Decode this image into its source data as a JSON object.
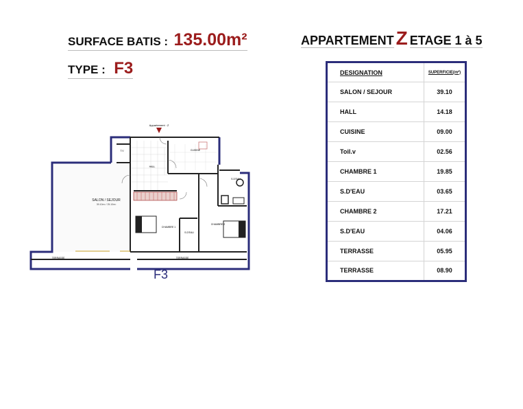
{
  "header": {
    "surface_label": "SURFACE BATIS :",
    "surface_value": "135.00m²",
    "type_label": "TYPE :",
    "type_value": "F3",
    "appt_prefix": "APPARTEMENT",
    "appt_letter": "Z",
    "appt_suffix": "ETAGE 1 à 5"
  },
  "table": {
    "col_designation": "DESIGNATION",
    "col_superficie": "SUPERFICIE(m²)",
    "rows": [
      {
        "name": "SALON / SEJOUR",
        "area": "39.10"
      },
      {
        "name": "HALL",
        "area": "14.18"
      },
      {
        "name": "CUISINE",
        "area": "09.00"
      },
      {
        "name": "Toil.v",
        "area": "02.56"
      },
      {
        "name": "CHAMBRE 1",
        "area": "19.85"
      },
      {
        "name": "S.D'EAU",
        "area": "03.65"
      },
      {
        "name": "CHAMBRE 2",
        "area": "17.21"
      },
      {
        "name": "S.D'EAU",
        "area": "04.06"
      },
      {
        "name": "TERRASSE",
        "area": "05.95"
      },
      {
        "name": "TERRASSE",
        "area": "08.90"
      }
    ]
  },
  "plan": {
    "caption": "F3",
    "entry_label": "Appartement : Z",
    "salon_label": "SALON / SEJOUR",
    "salon_area": "39.10m² / 25.10m²",
    "hall_label": "HALL",
    "cuisine_label": "CUISINE",
    "toilv_label": "T.V",
    "chambre1_label": "CHAMBRE 1",
    "chambre2_label": "CHAMBRE 2",
    "sde1_label": "S.D'EAU",
    "sde2_label": "S.D'EAU",
    "terrasse1_label": "TERRASSE",
    "terrasse2_label": "TERRASSE"
  },
  "colors": {
    "accent_red": "#9b1c1c",
    "wall_blue": "#2b2d7a"
  }
}
